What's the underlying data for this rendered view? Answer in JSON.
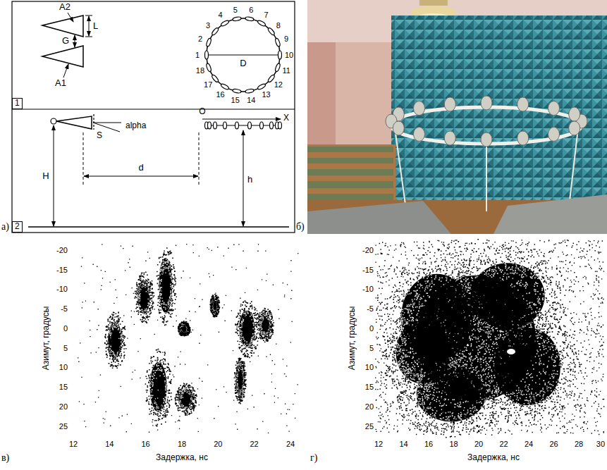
{
  "diagram": {
    "nodes": [
      {
        "text": [
          "1"
        ]
      },
      {
        "text": [
          "2"
        ]
      }
    ],
    "labels": [
      "A2",
      "A1",
      "L",
      "G",
      "D",
      "1",
      "2",
      "3",
      "4",
      "5",
      "6",
      "7",
      "8",
      "9",
      "10",
      "11",
      "12",
      "13",
      "14",
      "15",
      "16",
      "17",
      "18",
      "S",
      "alpha",
      "O",
      "X",
      "H",
      "d",
      "h",
      "а)",
      "б)",
      "в)",
      "г)",
      "Азимут, градусы",
      "Задержка, нс",
      "Азимут, градусы",
      "Задержка, нс",
      "-20",
      "-15",
      "-10",
      "-5",
      "0",
      "5",
      "10",
      "15",
      "20",
      "25",
      "12",
      "14",
      "16",
      "18",
      "20",
      "22",
      "24",
      "-20",
      "-15",
      "-10",
      "-5",
      "0",
      "5",
      "10",
      "15",
      "20",
      "25",
      "12",
      "14",
      "16",
      "18",
      "20",
      "22",
      "24",
      "26",
      "28",
      "30"
    ]
  }
}
